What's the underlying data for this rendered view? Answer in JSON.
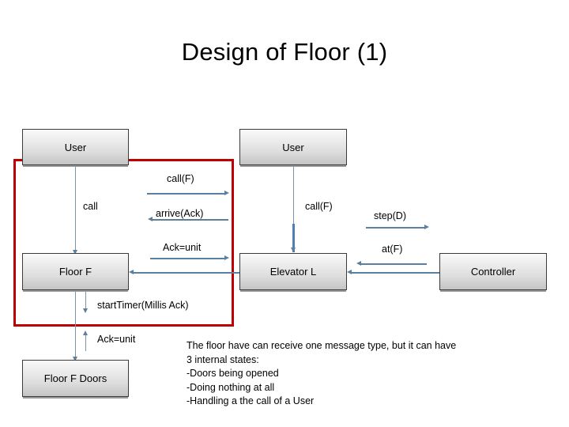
{
  "slide": {
    "title": "Design of Floor (1)",
    "background_color": "#ffffff"
  },
  "colors": {
    "highlight_rect": "#c00000",
    "arrow": "#5b7f9e",
    "node_border": "#3b3b3b",
    "node_fill_top": "#fafafa",
    "node_fill_bottom": "#c4c4c4",
    "text": "#000000"
  },
  "nodes": [
    {
      "id": "user-left",
      "label": "User"
    },
    {
      "id": "user-right",
      "label": "User"
    },
    {
      "id": "floor-f",
      "label": "Floor F"
    },
    {
      "id": "elevator-l",
      "label": "Elevator L"
    },
    {
      "id": "controller",
      "label": "Controller"
    },
    {
      "id": "floor-f-doors",
      "label": "Floor F Doors"
    }
  ],
  "edge_labels": {
    "call_f_top": "call(F)",
    "call_user_floor": "call",
    "arrive_ack": "arrive(Ack)",
    "ack_unit_top": "Ack=unit",
    "call_f_middle": "call(F)",
    "step_d": "step(D)",
    "at_f": "at(F)",
    "start_timer": "startTimer(Millis Ack)",
    "ack_unit_bottom": "Ack=unit"
  },
  "note": {
    "text": "The floor have can receive one message type, but it can have\n3 internal states:\n-Doors being opened\n-Doing nothing at all\n-Handling a the call of a User"
  }
}
